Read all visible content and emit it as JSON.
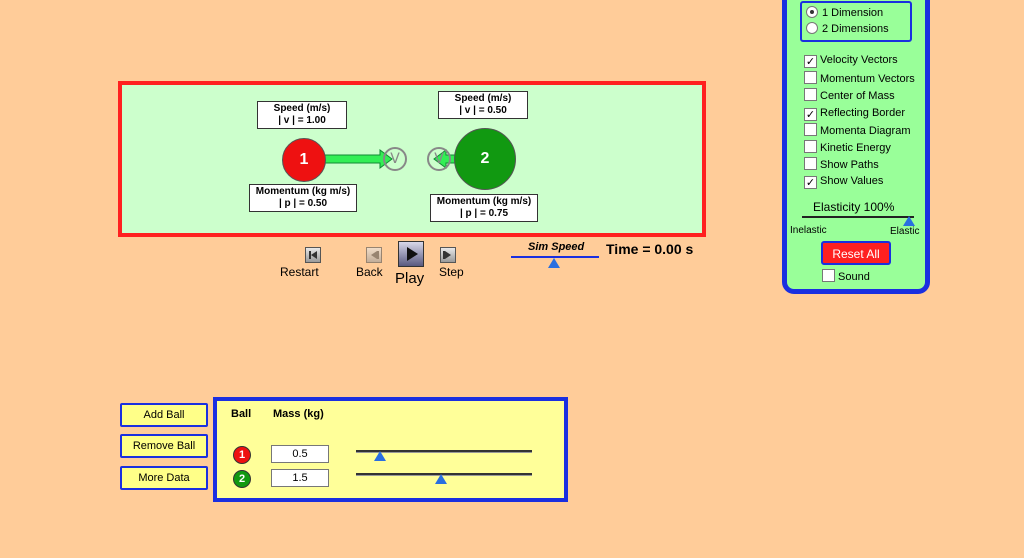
{
  "colors": {
    "background": "#ffcc99",
    "arena_border": "#ff2020",
    "arena_fill": "#ccffcc",
    "panel_fill": "#99ff99",
    "panel_border": "#1a2fe0",
    "ball1": "#ee1111",
    "ball2": "#119911"
  },
  "arena": {
    "ball1": {
      "number": "1",
      "speed_title": "Speed (m/s)",
      "speed_value": "| v | = 1.00",
      "momentum_title": "Momentum (kg m/s)",
      "momentum_value": "| p | = 0.50",
      "v_marker": "V"
    },
    "ball2": {
      "number": "2",
      "speed_title": "Speed (m/s)",
      "speed_value": "| v | = 0.50",
      "momentum_title": "Momentum (kg m/s)",
      "momentum_value": "| p | = 0.75",
      "v_marker": "V"
    }
  },
  "controls": {
    "restart_label": "Restart",
    "back_label": "Back",
    "play_label": "Play",
    "step_label": "Step",
    "sim_speed_label": "Sim Speed",
    "time_text": "Time = 0.00 s"
  },
  "panel": {
    "dimensions": [
      {
        "label": "1 Dimension",
        "selected": true
      },
      {
        "label": "2 Dimensions",
        "selected": false
      }
    ],
    "options": [
      {
        "label": "Velocity Vectors",
        "checked": true
      },
      {
        "label": "Momentum Vectors",
        "checked": false
      },
      {
        "label": "Center of Mass",
        "checked": false
      },
      {
        "label": "Reflecting Border",
        "checked": true
      },
      {
        "label": "Momenta Diagram",
        "checked": false
      },
      {
        "label": "Kinetic Energy",
        "checked": false
      },
      {
        "label": "Show Paths",
        "checked": false
      },
      {
        "label": "Show Values",
        "checked": true
      }
    ],
    "elasticity_label": "Elasticity 100%",
    "elasticity_value": 1.0,
    "inelastic_label": "Inelastic",
    "elastic_label": "Elastic",
    "reset_label": "Reset All",
    "sound_label": "Sound",
    "sound_checked": false
  },
  "bottom": {
    "add_ball_label": "Add Ball",
    "remove_ball_label": "Remove Ball",
    "more_data_label": "More Data",
    "col_ball": "Ball",
    "col_mass": "Mass (kg)",
    "balls": [
      {
        "number": "1",
        "mass": "0.5",
        "slider_fraction": 0.13
      },
      {
        "number": "2",
        "mass": "1.5",
        "slider_fraction": 0.48
      }
    ]
  }
}
